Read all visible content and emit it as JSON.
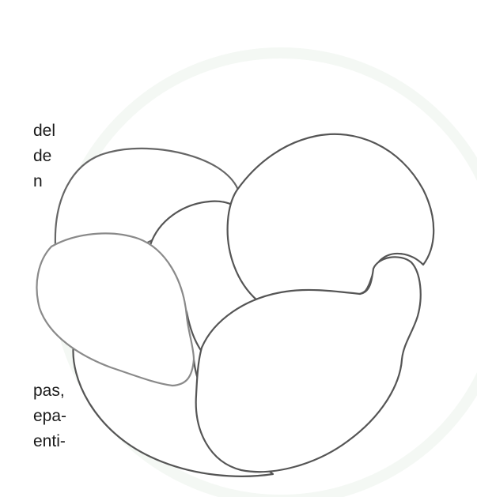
{
  "text_fragments": [
    " del",
    "de",
    "n",
    "pas,",
    "epa-",
    "enti-"
  ],
  "colors": {
    "background": "#ffffff",
    "halo": "#f4f8f4",
    "outline_dark": "#555555",
    "outline_light": "#888888",
    "text": "#1a1a1a"
  }
}
